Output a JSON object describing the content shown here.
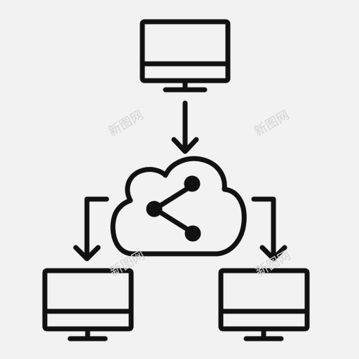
{
  "icon": {
    "name": "cloud-network-share-icon",
    "stroke_color": "#111111",
    "background_color": "#f2f2f2"
  },
  "watermarks": [
    "新图网",
    "新图网",
    "新图网",
    "新图网"
  ]
}
